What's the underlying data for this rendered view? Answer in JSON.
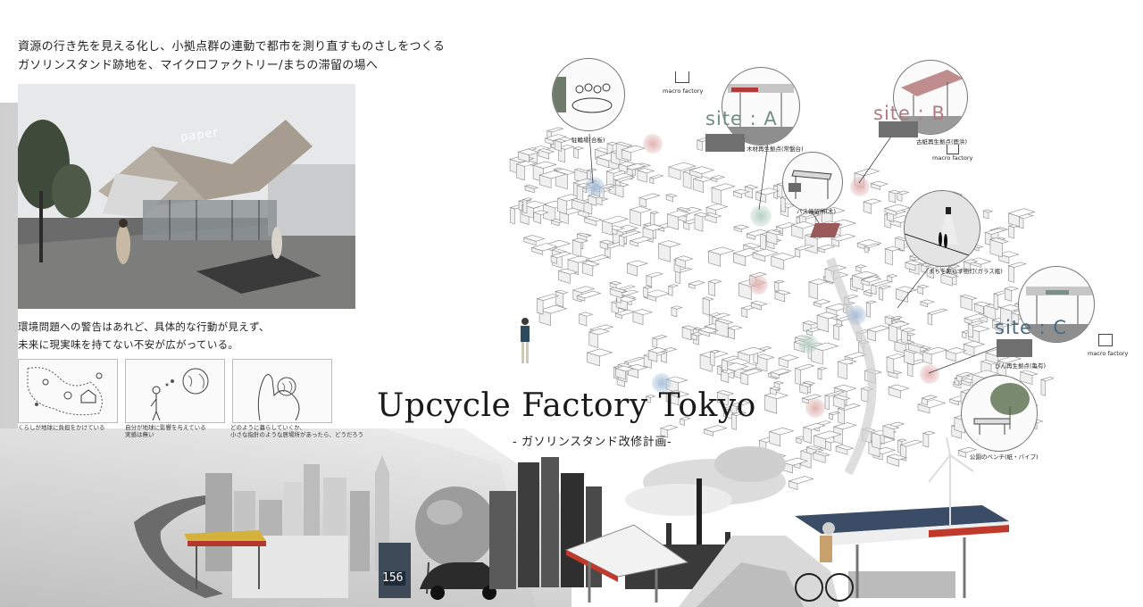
{
  "intro": {
    "line1": "資源の行き先を見える化し、小拠点群の連動で都市を測り直すものさしをつくる",
    "line2": "ガソリンスタンド跡地を、マイクロファクトリー/まちの滞留の場へ"
  },
  "hero": {
    "sign": "paper"
  },
  "problem": {
    "line1": "環境問題への警告はあれど、具体的な行動が見えず、",
    "line2": "未来に現実味を持てない不安が広がっている。"
  },
  "panels": [
    {
      "caption": "くらしが地球に負担をかけている"
    },
    {
      "caption_line1": "自分が地球に影響を与えている",
      "caption_line2": "実感は無い"
    },
    {
      "caption_line1": "どのように暮らしていくか、",
      "caption_line2": "小さな指針のような居場所があったら、どうだろう"
    }
  ],
  "title": {
    "main": "Upcycle Factory Tokyo",
    "sub": "- ガソリンスタンド改修計画-"
  },
  "map": {
    "labels": {
      "bicycle": "駐輪場(合板)",
      "macro1": "macro factory",
      "siteA": "site : A",
      "siteA_caption": "木材再生拠点(常盤台)",
      "siteB": "site : B",
      "siteB_caption": "古紙再生拠点(鹿浜)",
      "macro2": "macro factory",
      "bus": "バス停留所(木)",
      "lamp": "まちを照らす街灯(ガラス瓶)",
      "siteC": "site : C",
      "siteC_caption": "びん再生拠点(亀有)",
      "macro3": "macro factory",
      "bench": "公園のベンチ(紙・パイプ)"
    }
  },
  "collage": {
    "price_sign": "156"
  },
  "colors": {
    "site_a": "#6e8e86",
    "site_b": "#b07a7e",
    "site_c": "#4a6a82",
    "accent_red": "#c0392b",
    "dot_blue": "#a9bfd8",
    "dot_red": "#e2b3b3",
    "dot_green": "#b8d1c4"
  }
}
